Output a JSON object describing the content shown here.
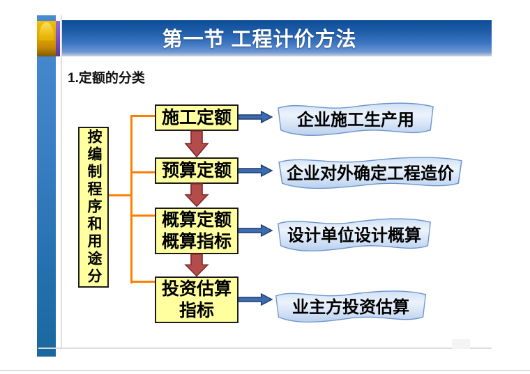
{
  "slide": {
    "title": "第一节 工程计价方法",
    "heading": "1.定额的分类"
  },
  "diagram": {
    "category_label": "按编制程序和用途分",
    "rows": [
      {
        "quota": "施工定额",
        "use": "企业施工生产用"
      },
      {
        "quota": "预算定额",
        "use": "企业对外确定工程造价"
      },
      {
        "quota": "概算定额\n概算指标",
        "use": "设计单位设计概算"
      },
      {
        "quota": "投资估算\n指标",
        "use": "业主方投资估算"
      }
    ]
  },
  "colors": {
    "title_bar_blue": "#1e5ca8",
    "sidebar_blue": "#2f7bc0",
    "quota_box_fill": "#ffffa0",
    "connector_orange": "#ff7e00",
    "flow_arrow_red": "#b54c4c",
    "link_arrow_blue": "#3c6cb0",
    "result_banner_fill": "#cfe0f5",
    "result_banner_border": "#6e96cc"
  }
}
